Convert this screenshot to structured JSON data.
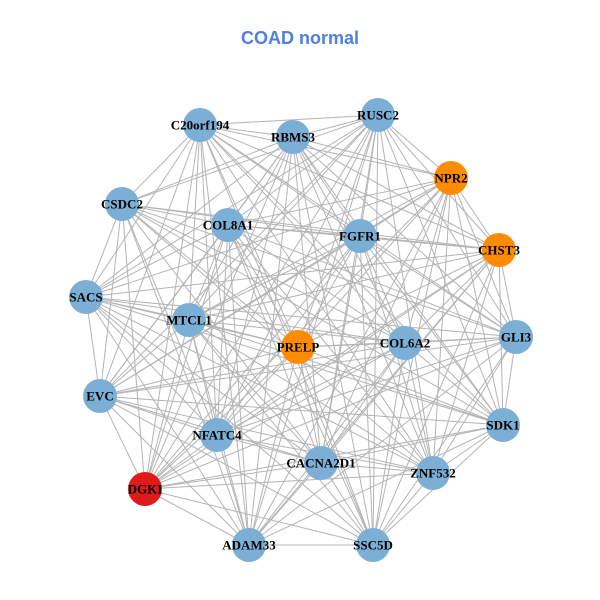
{
  "title": "COAD normal",
  "colors": {
    "title": "#4f7fe0",
    "node_default": "#7bafd6",
    "node_highlight": "#ff8c00",
    "node_key": "#e01a1a",
    "edge": "#b4b4b4"
  },
  "nodes": [
    {
      "id": "RUSC2",
      "color": "node_default"
    },
    {
      "id": "C20orf194",
      "color": "node_default"
    },
    {
      "id": "RBMS3",
      "color": "node_default"
    },
    {
      "id": "NPR2",
      "color": "node_highlight"
    },
    {
      "id": "CSDC2",
      "color": "node_default"
    },
    {
      "id": "COL8A1",
      "color": "node_default"
    },
    {
      "id": "FGFR1",
      "color": "node_default"
    },
    {
      "id": "CHST3",
      "color": "node_highlight"
    },
    {
      "id": "SACS",
      "color": "node_default"
    },
    {
      "id": "MTCL1",
      "color": "node_default"
    },
    {
      "id": "PRELP",
      "color": "node_highlight"
    },
    {
      "id": "COL6A2",
      "color": "node_default"
    },
    {
      "id": "GLI3",
      "color": "node_default"
    },
    {
      "id": "EVC",
      "color": "node_default"
    },
    {
      "id": "SDK1",
      "color": "node_default"
    },
    {
      "id": "NFATC4",
      "color": "node_default"
    },
    {
      "id": "CACNA2D1",
      "color": "node_default"
    },
    {
      "id": "ZNF532",
      "color": "node_default"
    },
    {
      "id": "DGKI",
      "color": "node_key"
    },
    {
      "id": "ADAM33",
      "color": "node_default"
    },
    {
      "id": "SSC5D",
      "color": "node_default"
    }
  ]
}
